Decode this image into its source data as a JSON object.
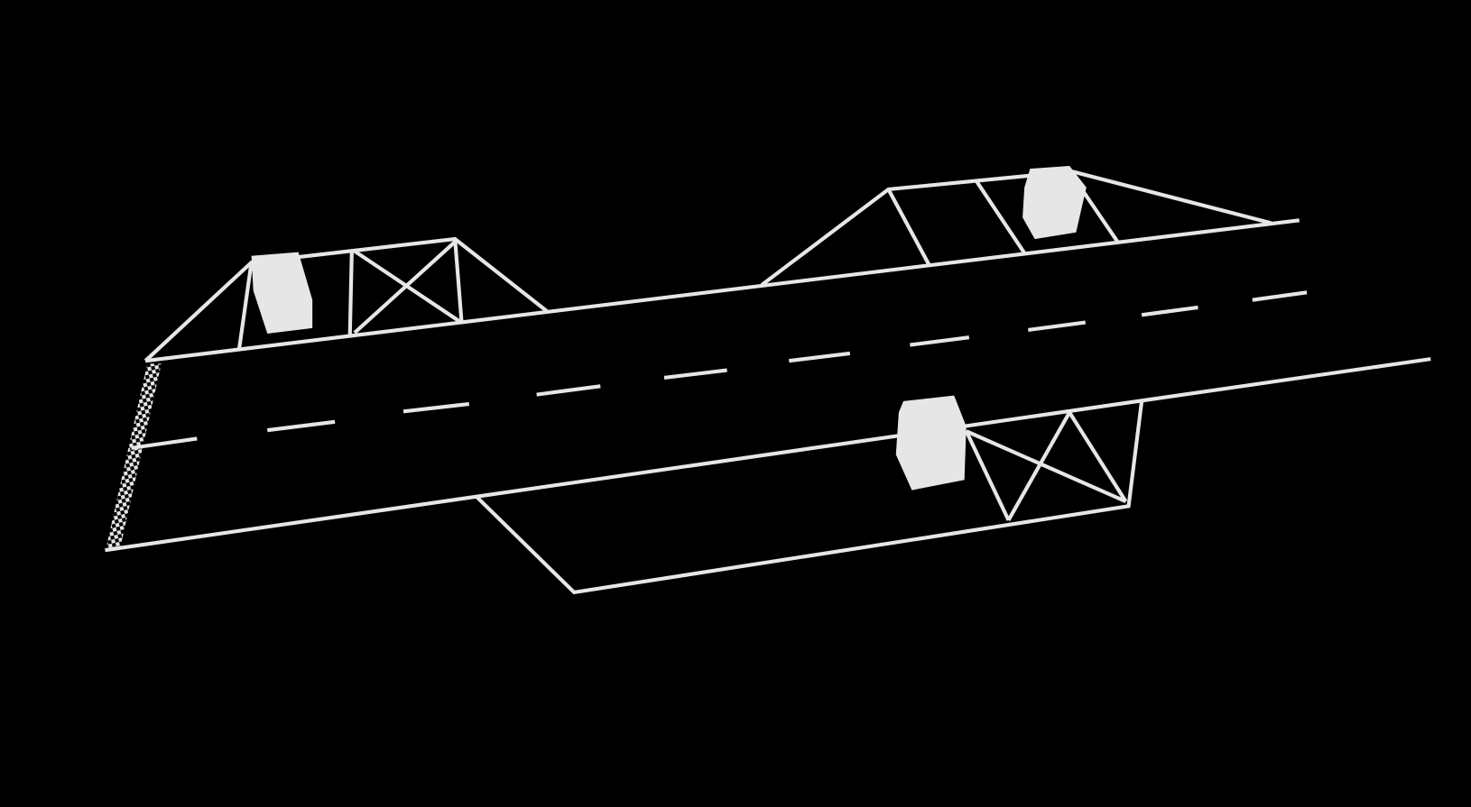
{
  "scene": {
    "type": "3d-road-render",
    "background_color": "#000000",
    "line_color": "#e6e6e6",
    "vehicle_color": "#e6e6e6",
    "lanes": 2,
    "finish_line": "checkered",
    "vehicles": [
      {
        "id": "vehicle-1"
      },
      {
        "id": "vehicle-2"
      },
      {
        "id": "vehicle-3"
      }
    ]
  }
}
